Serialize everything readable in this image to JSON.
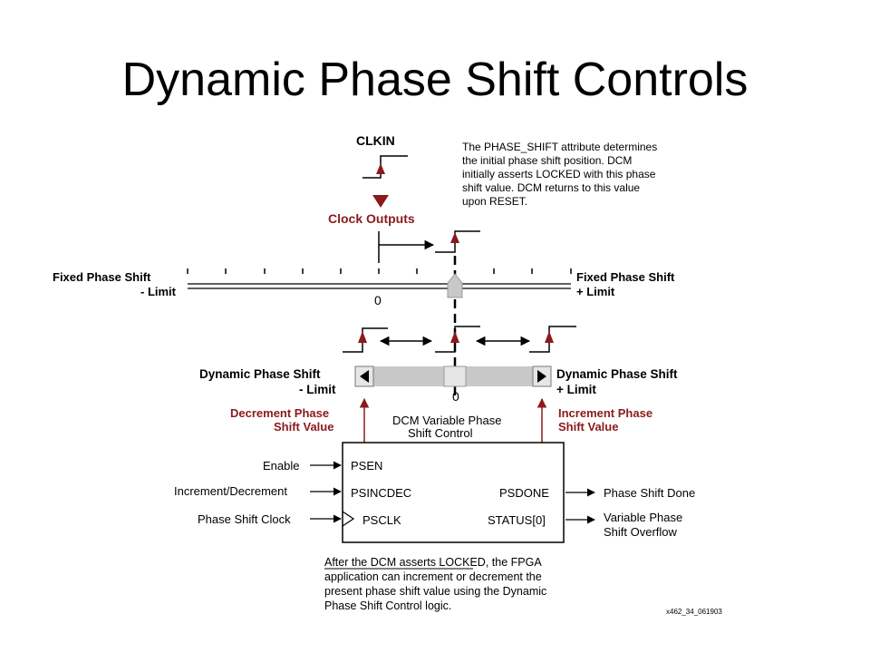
{
  "title": "Dynamic Phase Shift Controls",
  "diagram": {
    "clkin": "CLKIN",
    "clock_outputs": "Clock Outputs",
    "note_top": [
      "The PHASE_SHIFT attribute determines",
      "the initial phase shift position.  DCM",
      "initially asserts LOCKED with this phase",
      "shift value.  DCM returns to this value",
      "upon RESET."
    ],
    "fixed_minus": [
      "Fixed Phase Shift",
      "- Limit"
    ],
    "fixed_plus": [
      "Fixed Phase Shift",
      "+ Limit"
    ],
    "fixed_zero": "0",
    "dynamic_minus": [
      "Dynamic Phase Shift",
      "- Limit"
    ],
    "dynamic_plus": [
      "Dynamic Phase Shift",
      "+ Limit"
    ],
    "dynamic_zero": "0",
    "decrement": [
      "Decrement Phase",
      "Shift Value"
    ],
    "increment": [
      "Increment Phase",
      "Shift Value"
    ],
    "dcm_label": [
      "DCM Variable Phase",
      "Shift Control"
    ],
    "ports_left": [
      "PSEN",
      "PSINCDEC",
      "PSCLK"
    ],
    "ports_right": [
      "PSDONE",
      "STATUS[0]"
    ],
    "inputs_left": [
      "Enable",
      "Increment/Decrement",
      "Phase Shift Clock"
    ],
    "outputs_right": [
      "Phase Shift Done",
      "Variable Phase",
      "Shift Overflow"
    ],
    "note_bottom": [
      "After the DCM asserts LOCKED, the FPGA",
      "application can increment or decrement the",
      "present phase shift value using the Dynamic",
      "Phase Shift Control logic."
    ],
    "figure_id": "x462_34_061903",
    "colors": {
      "accent_red": "#8B1a1a",
      "bar_gray": "#c8c8c8"
    }
  }
}
